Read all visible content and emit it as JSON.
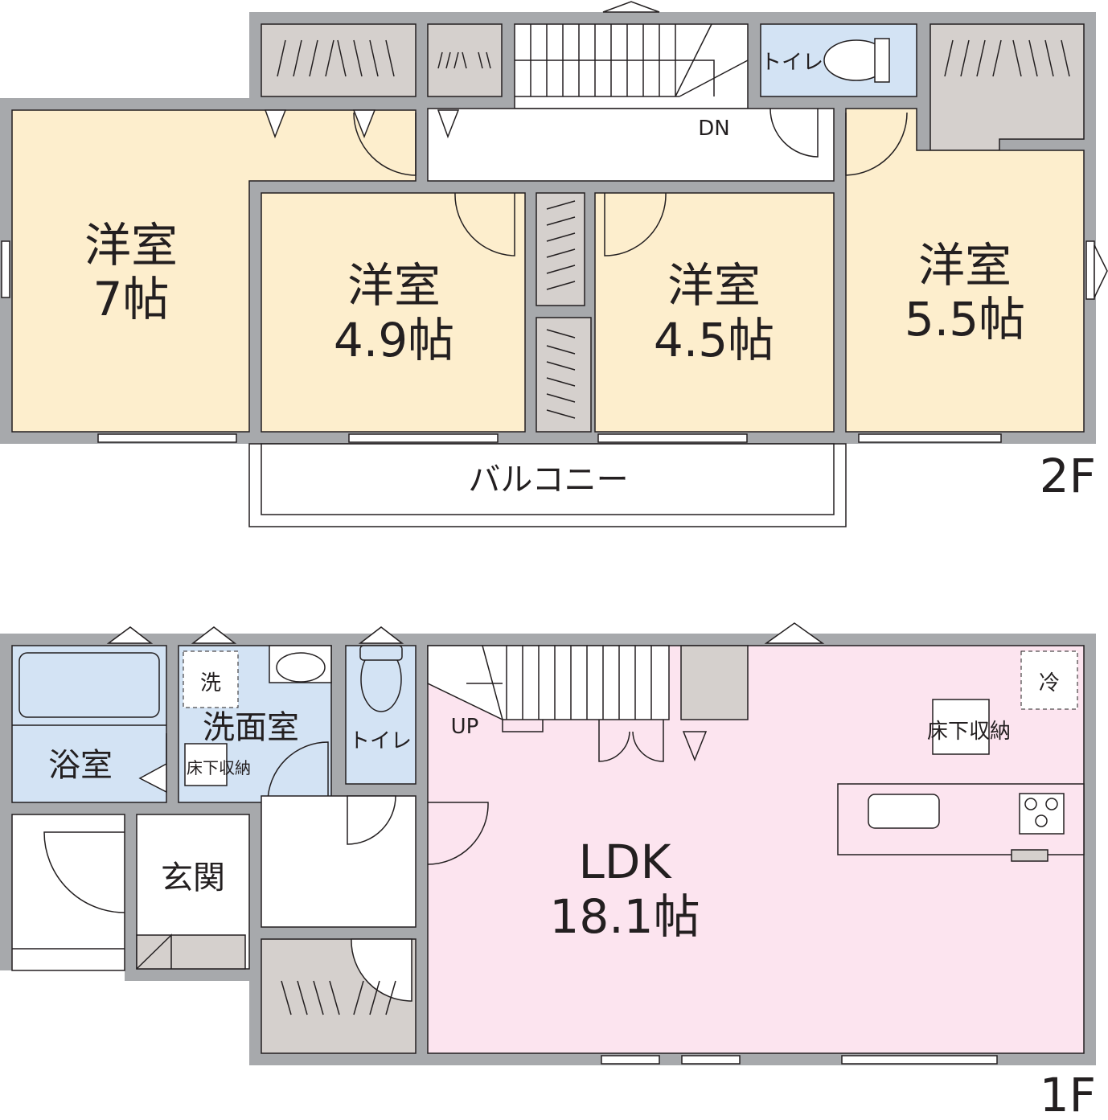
{
  "colors": {
    "wall": "#a7a9ac",
    "bedroom": "#fdeecd",
    "wet": "#d3e3f4",
    "ldk": "#fce4ef",
    "storage": "#d5d0cd"
  },
  "floor2": {
    "label": "2F",
    "rooms": [
      {
        "name": "洋室",
        "size": "7帖"
      },
      {
        "name": "洋室",
        "size": "4.9帖"
      },
      {
        "name": "洋室",
        "size": "4.5帖"
      },
      {
        "name": "洋室",
        "size": "5.5帖"
      }
    ],
    "toilet": "トイレ",
    "stairs": "DN",
    "balcony": "バルコニー"
  },
  "floor1": {
    "label": "1F",
    "bath": "浴室",
    "washroom": "洗面室",
    "washer": "洗",
    "underfloor1": "床下収納",
    "toilet": "トイレ",
    "entrance": "玄関",
    "stairs": "UP",
    "ldk": "LDK",
    "ldk_size": "18.1帖",
    "fridge": "冷",
    "underfloor2": "床下収納"
  }
}
